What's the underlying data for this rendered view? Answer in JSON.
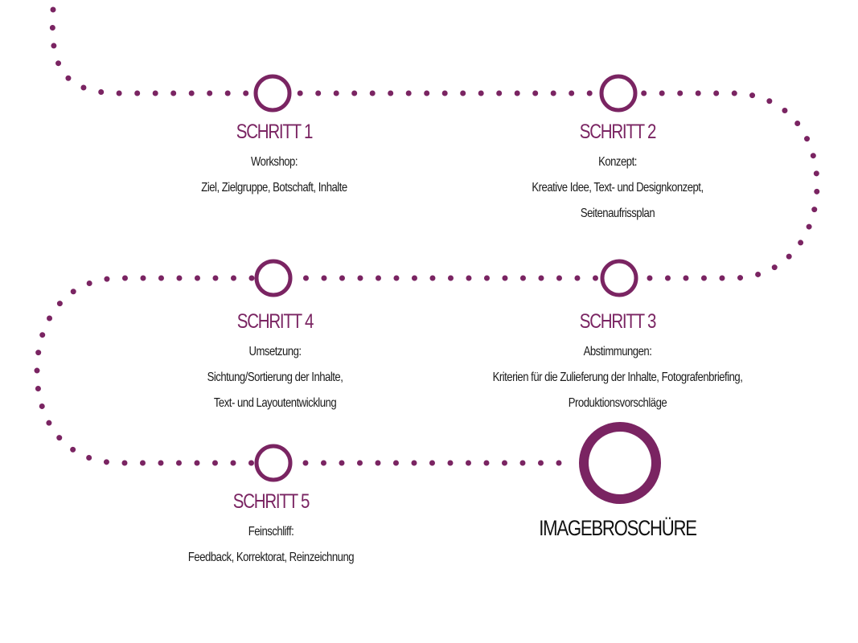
{
  "colors": {
    "accent": "#7a2462",
    "text": "#1a1a1a"
  },
  "steps": [
    {
      "title": "SCHRITT 1",
      "lines": [
        "Workshop:",
        "Ziel, Zielgruppe, Botschaft, Inhalte"
      ]
    },
    {
      "title": "SCHRITT 2",
      "lines": [
        "Konzept:",
        "Kreative Idee, Text- und Designkonzept,",
        "Seitenaufrissplan"
      ]
    },
    {
      "title": "SCHRITT 3",
      "lines": [
        "Abstimmungen:",
        "Kriterien für die Zulieferung der Inhalte, Fotografenbriefing,",
        "Produktionsvorschläge"
      ]
    },
    {
      "title": "SCHRITT 4",
      "lines": [
        "Umsetzung:",
        "Sichtung/Sortierung der Inhalte,",
        "Text- und Layoutentwicklung"
      ]
    },
    {
      "title": "SCHRITT 5",
      "lines": [
        "Feinschliff:",
        "Feedback, Korrektorat, Reinzeichnung"
      ]
    }
  ],
  "final": {
    "label": "IMAGEBROSCHÜRE"
  }
}
